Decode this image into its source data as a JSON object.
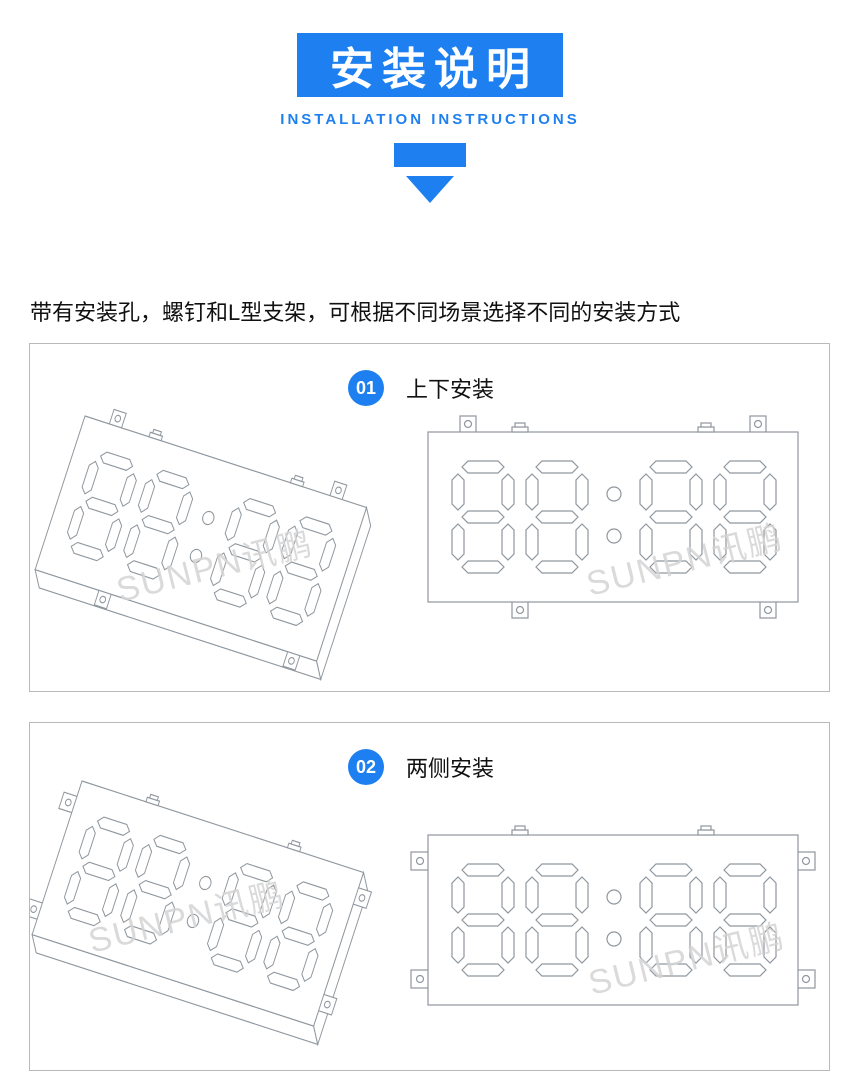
{
  "header": {
    "title": "安装说明",
    "subtitle": "INSTALLATION INSTRUCTIONS",
    "accent_color": "#1e80f0"
  },
  "intro_text": "带有安装孔，螺钉和L型支架，可根据不同场景选择不同的安装方式",
  "sections": [
    {
      "badge": "01",
      "title": "上下安装",
      "diagram": {
        "display_value": "88:88",
        "mounting": "top-bottom-tabs",
        "views": [
          "perspective",
          "front"
        ]
      }
    },
    {
      "badge": "02",
      "title": "两侧安装",
      "diagram": {
        "display_value": "88:88",
        "mounting": "side-brackets",
        "views": [
          "perspective",
          "front"
        ]
      }
    }
  ],
  "watermark_text": "SUNPN讯鹏",
  "colors": {
    "accent": "#1e80f0",
    "line": "#8f979e",
    "watermark": "#d4d4d4",
    "panel_border": "#b9b9b9"
  }
}
